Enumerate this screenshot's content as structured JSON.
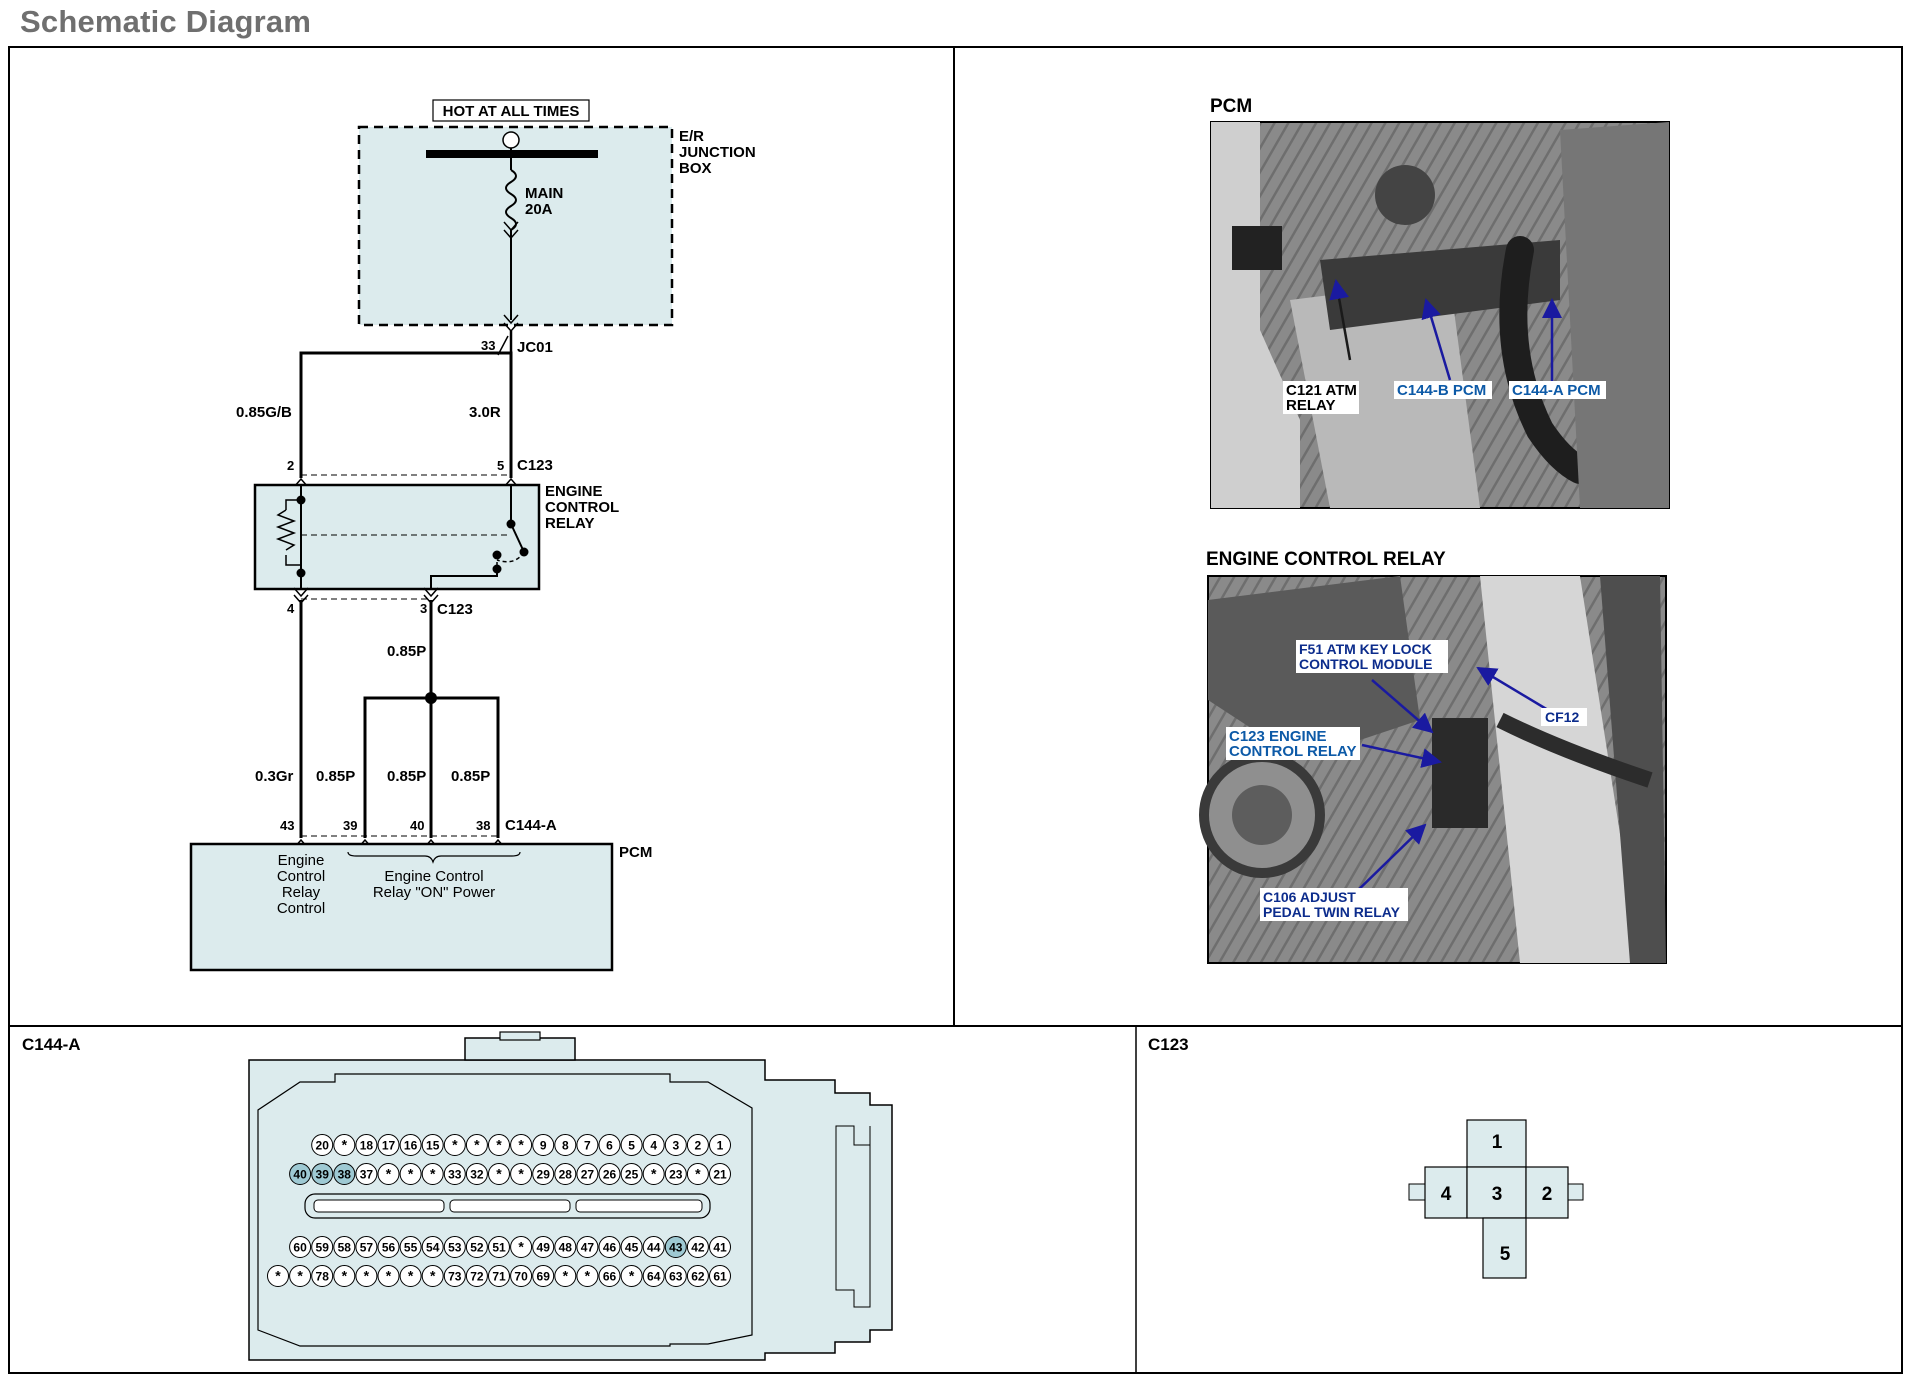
{
  "page_title": "Schematic Diagram",
  "schematic": {
    "hot_label": "HOT AT ALL TIMES",
    "junction_box": [
      "E/R",
      "JUNCTION",
      "BOX"
    ],
    "fuse": [
      "MAIN",
      "20A"
    ],
    "jc01_pin": "33",
    "jc01": "JC01",
    "wire_left": "0.85G/B",
    "wire_right": "3.0R",
    "c123_pin_2": "2",
    "c123_pin_5": "5",
    "c123_top": "C123",
    "relay_name": [
      "ENGINE",
      "CONTROL",
      "RELAY"
    ],
    "c123_pin_4": "4",
    "c123_pin_3": "3",
    "c123_bottom": "C123",
    "wire_085p_top": "0.85P",
    "wire_03gr": "0.3Gr",
    "wire_085p_39": "0.85P",
    "wire_085p_40": "0.85P",
    "wire_085p_38": "0.85P",
    "pcm_pin_43": "43",
    "pcm_pin_39": "39",
    "pcm_pin_40": "40",
    "pcm_pin_38": "38",
    "c144a": "C144-A",
    "pcm": "PCM",
    "pcm_func_1": [
      "Engine",
      "Control",
      "Relay",
      "Control"
    ],
    "pcm_func_2": [
      "Engine Control",
      "Relay \"ON\" Power"
    ]
  },
  "photos": {
    "pcm_title": "PCM",
    "pcm_labels": {
      "c121": [
        "C121 ATM",
        "RELAY"
      ],
      "c144b": "C144-B PCM",
      "c144a": "C144-A PCM"
    },
    "relay_title": "ENGINE CONTROL RELAY",
    "relay_labels": {
      "f51": [
        "F51 ATM KEY LOCK",
        "CONTROL MODULE"
      ],
      "cf12": "CF12",
      "c123": [
        "C123 ENGINE",
        "CONTROL RELAY"
      ],
      "c106": [
        "C106 ADJUST",
        "PEDAL TWIN RELAY"
      ]
    }
  },
  "connectors": {
    "c144a_title": "C144-A",
    "c144a_rows": [
      [
        "20",
        "*",
        "18",
        "17",
        "16",
        "15",
        "*",
        "*",
        "*",
        "*",
        "9",
        "8",
        "7",
        "6",
        "5",
        "4",
        "3",
        "2",
        "1"
      ],
      [
        "40",
        "39",
        "38",
        "37",
        "*",
        "*",
        "*",
        "33",
        "32",
        "*",
        "*",
        "29",
        "28",
        "27",
        "26",
        "25",
        "*",
        "23",
        "*",
        "21"
      ],
      [
        "60",
        "59",
        "58",
        "57",
        "56",
        "55",
        "54",
        "53",
        "52",
        "51",
        "*",
        "49",
        "48",
        "47",
        "46",
        "45",
        "44",
        "43",
        "42",
        "41"
      ],
      [
        "*",
        "*",
        "78",
        "*",
        "*",
        "*",
        "*",
        "*",
        "73",
        "72",
        "71",
        "70",
        "69",
        "*",
        "*",
        "66",
        "*",
        "64",
        "63",
        "62",
        "61"
      ]
    ],
    "c144a_highlighted": [
      "40",
      "39",
      "38",
      "43"
    ],
    "c123_title": "C123",
    "c123_pins": [
      "1",
      "2",
      "3",
      "4",
      "5"
    ]
  },
  "colors": {
    "fill": "#dcebed",
    "border": "#000000",
    "label_blue": "#0d5aa7",
    "arrow_blue": "#1a1aa0",
    "pin_highlight": "#9ec9d3",
    "title_gray": "#6f6f6f"
  }
}
